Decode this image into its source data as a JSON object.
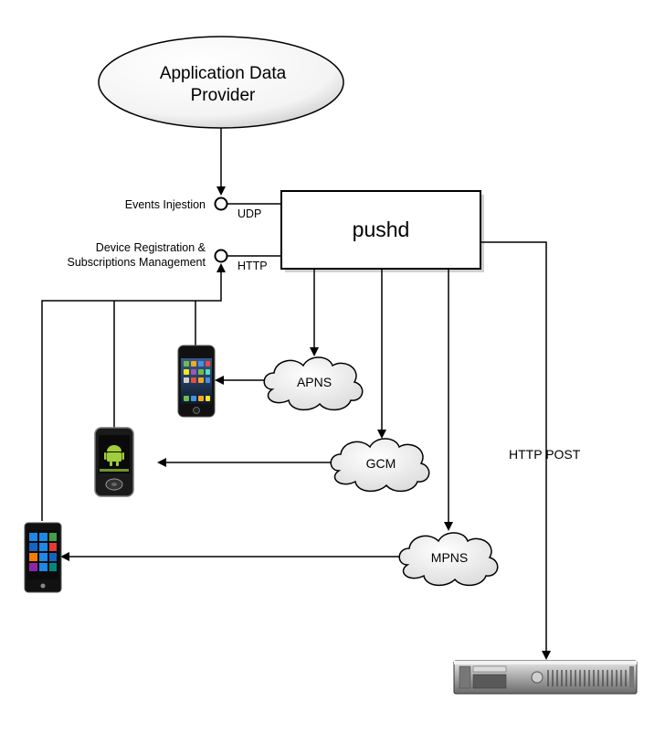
{
  "provider": {
    "line1": "Application Data",
    "line2": "Provider"
  },
  "server": {
    "title": "pushd"
  },
  "ports": {
    "events": {
      "label": "Events Injestion",
      "protocol": "UDP"
    },
    "registration": {
      "line1": "Device Registration &",
      "line2": "Subscriptions Management",
      "protocol": "HTTP"
    }
  },
  "services": {
    "apns": "APNS",
    "gcm": "GCM",
    "mpns": "MPNS"
  },
  "http_post": "HTTP POST",
  "devices": {
    "iphone": "iphone-icon",
    "android": "android-phone-icon",
    "windows": "windows-phone-icon",
    "rack_server": "rack-server-icon"
  }
}
